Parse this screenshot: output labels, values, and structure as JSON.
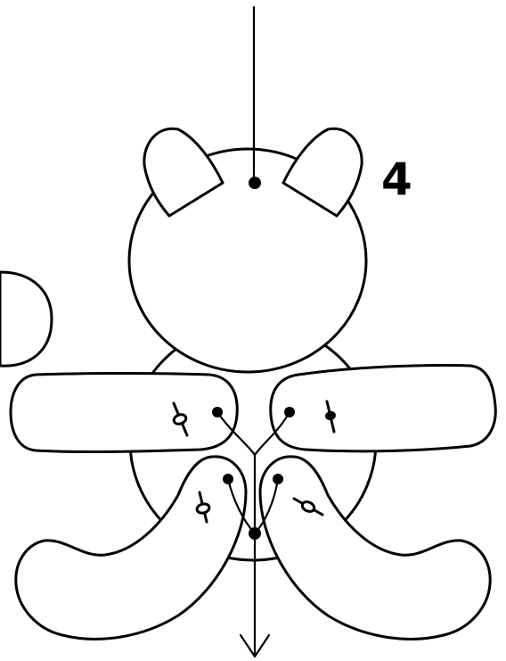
{
  "step_number": "4",
  "colors": {
    "ink": "#000000",
    "paper": "#ffffff"
  },
  "parts": {
    "head": "bear-head",
    "ears": [
      "left-ear",
      "right-ear"
    ],
    "body": "bear-body",
    "arms": [
      "left-arm",
      "right-arm"
    ],
    "legs": [
      "left-leg",
      "right-leg"
    ],
    "tail": "bear-tail",
    "joints": [
      "left-arm-joint",
      "right-arm-joint",
      "left-leg-joint",
      "right-leg-joint"
    ],
    "threading": [
      "thread-in-arrow",
      "thread-out-arrow"
    ]
  }
}
